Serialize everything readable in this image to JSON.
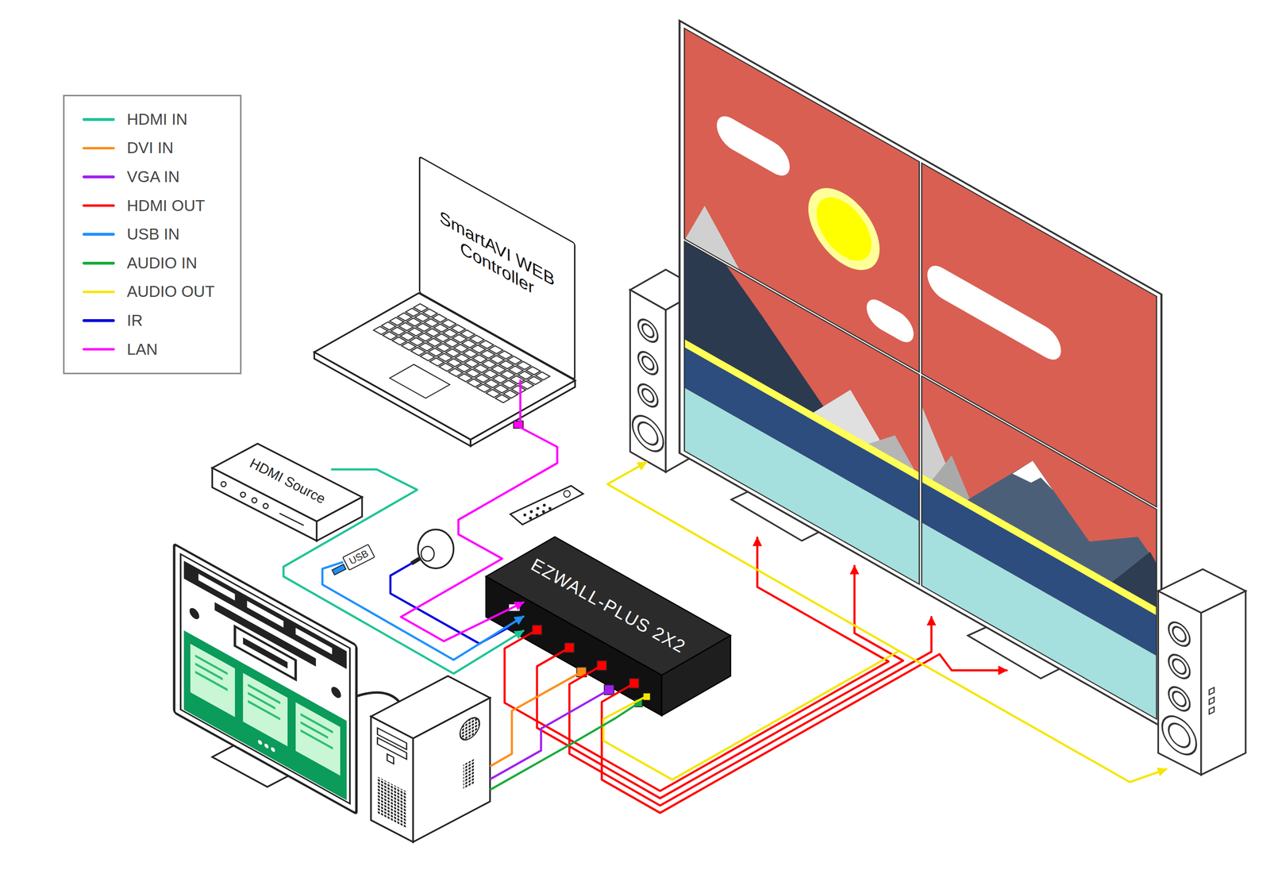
{
  "diagram": {
    "nodes": [
      {
        "text": [
          "SmartAVI WEB Controller"
        ]
      },
      {
        "text": [
          "HDMI Source"
        ]
      },
      {
        "text": [
          "USB"
        ]
      },
      {
        "text": [
          "EZWALL-PLUS 2X2"
        ]
      }
    ],
    "edges": [
      {
        "from": 1,
        "to": 3,
        "arrow": "to"
      },
      {
        "from": 0,
        "to": 3,
        "arrow": "to"
      },
      {
        "from": 2,
        "to": 3,
        "arrow": "to"
      }
    ],
    "legend": [
      {
        "text": "HDMI IN",
        "color": "#1dc497"
      },
      {
        "text": "DVI IN",
        "color": "#ff8c1a"
      },
      {
        "text": "VGA IN",
        "color": "#a020f0"
      },
      {
        "text": "HDMI OUT",
        "color": "#ff0000"
      },
      {
        "text": "USB IN",
        "color": "#1e90ff"
      },
      {
        "text": "AUDIO IN",
        "color": "#1aab3c"
      },
      {
        "text": "AUDIO OUT",
        "color": "#f5e600"
      },
      {
        "text": "IR",
        "color": "#0000dd"
      },
      {
        "text": "LAN",
        "color": "#ff00ff"
      }
    ]
  }
}
